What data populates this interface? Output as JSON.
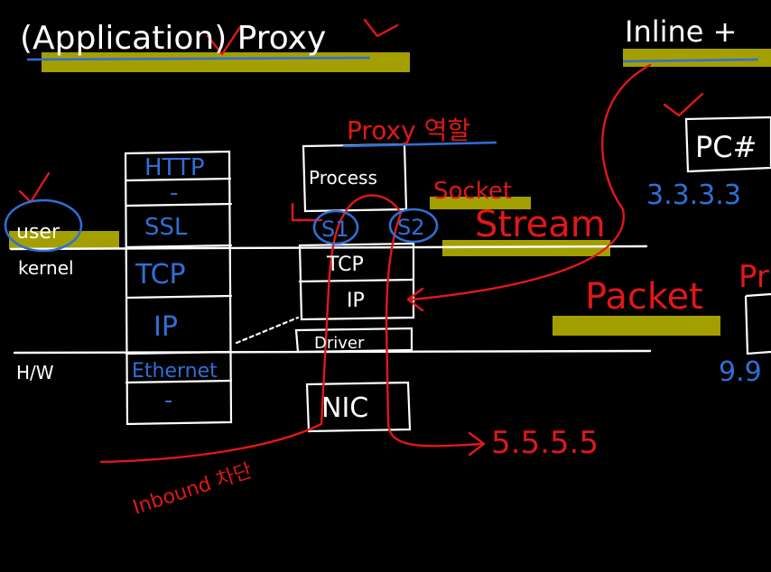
{
  "colors": {
    "background": "#000000",
    "ink_white": "#ffffff",
    "ink_blue": "#2f6fd6",
    "ink_red": "#e01818",
    "highlight": "#b5b000"
  },
  "titles": {
    "main": "(Application) Proxy",
    "right": "Inline +"
  },
  "layers": {
    "user": "user",
    "kernel": "kernel",
    "hw": "H/W"
  },
  "left_stack": [
    "HTTP",
    "-",
    "SSL",
    "TCP",
    "IP",
    "Ethernet",
    "-"
  ],
  "proxy_stack": {
    "process": "Process",
    "tcp": "TCP",
    "ip": "IP",
    "driver": "Driver",
    "nic": "NIC",
    "socket1": "S1",
    "socket2": "S2"
  },
  "annotations": {
    "proxy_role": "Proxy 역할",
    "socket": "Socket",
    "stream": "Stream",
    "packet": "Packet",
    "target_ip": "5.5.5.5",
    "inbound": "Inbound 차단",
    "partial_right": "Pr"
  },
  "pc": {
    "label": "PC#",
    "ip": "3.3.3.3",
    "partial_ip": "9.9"
  }
}
